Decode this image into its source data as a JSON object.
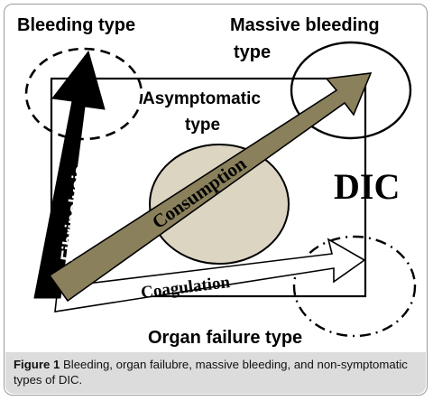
{
  "labels": {
    "bleeding_type": "Bleeding type",
    "massive_bleeding_type_line1": "Massive bleeding",
    "massive_bleeding_type_line2": "type",
    "asymptomatic_type_line1": "Asymptomatic",
    "asymptomatic_type_line2": "type",
    "dic": "DIC",
    "organ_failure_type": "Organ failure type",
    "fibrinolysis": "Fibrinolysis",
    "consumption": "Consumption",
    "coagulation": "Coagulation"
  },
  "caption": {
    "label": "Figure 1",
    "text": "Bleeding, organ failubre, massive bleeding, and non-symptomatic types of DIC."
  },
  "colors": {
    "consumption_arrow": "#8a805c",
    "central_circle": "#dcd5c2",
    "fibrinolysis_arrow": "#000000",
    "caption_background": "#dcdcdc"
  }
}
